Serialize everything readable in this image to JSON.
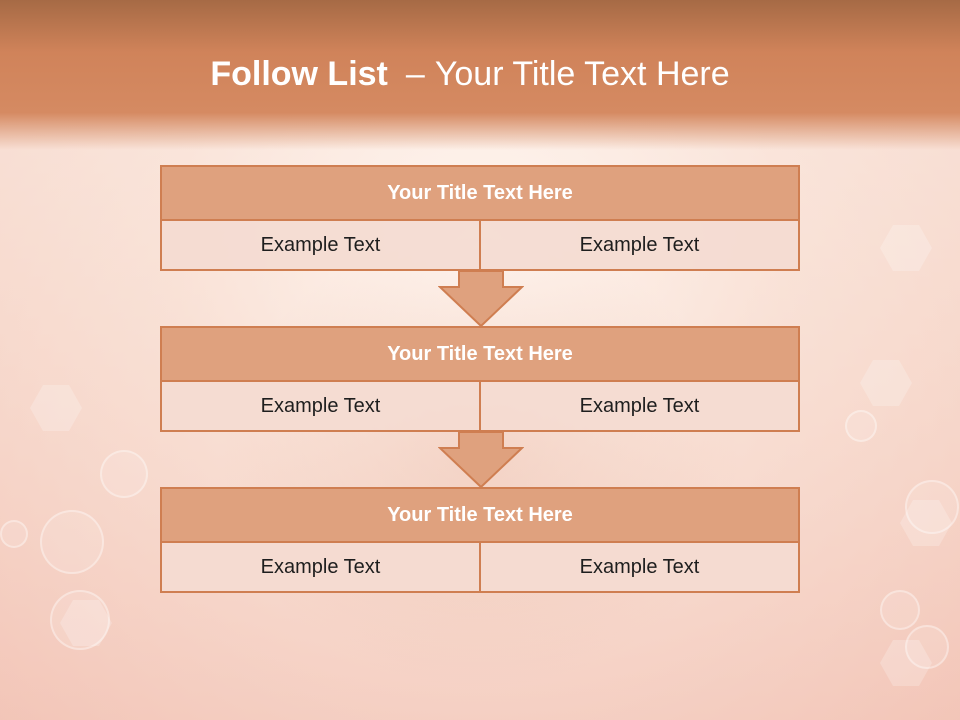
{
  "header": {
    "title_bold": "Follow List",
    "title_sep": "–",
    "title_rest": "Your Title Text Here"
  },
  "blocks": [
    {
      "title": "Your Title Text Here",
      "left": "Example Text",
      "right": "Example Text"
    },
    {
      "title": "Your Title Text Here",
      "left": "Example Text",
      "right": "Example Text"
    },
    {
      "title": "Your Title Text Here",
      "left": "Example Text",
      "right": "Example Text"
    }
  ],
  "colors": {
    "header_top": "#a66a45",
    "header_main": "#d58a62",
    "box_title_fill": "#dfa17e",
    "box_border": "#cf7e51",
    "cell_fill": "#f4dbd1",
    "arrow_fill": "#dfa17e"
  },
  "icons": {
    "connector": "arrow-down-icon"
  }
}
